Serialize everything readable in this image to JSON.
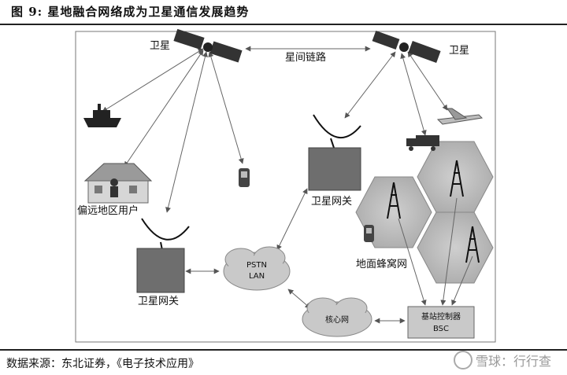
{
  "figure": {
    "title": "图 9:  星地融合网络成为卫星通信发展趋势",
    "source": "数据来源：东北证券，《电子技术应用》",
    "watermark": "雪球：行行查"
  },
  "labels": {
    "satellite_left": "卫星",
    "satellite_right": "卫星",
    "inter_satellite_link": "星间链路",
    "remote_users": "偏远地区用户",
    "gateway_top": "卫星网关",
    "gateway_bottom": "卫星网关",
    "pstn_line1": "PSTN",
    "pstn_line2": "LAN",
    "core_network": "核心网",
    "bsc_line1": "基站控制器",
    "bsc_line2": "BSC",
    "cellular_network": "地面蜂窝网"
  }
}
